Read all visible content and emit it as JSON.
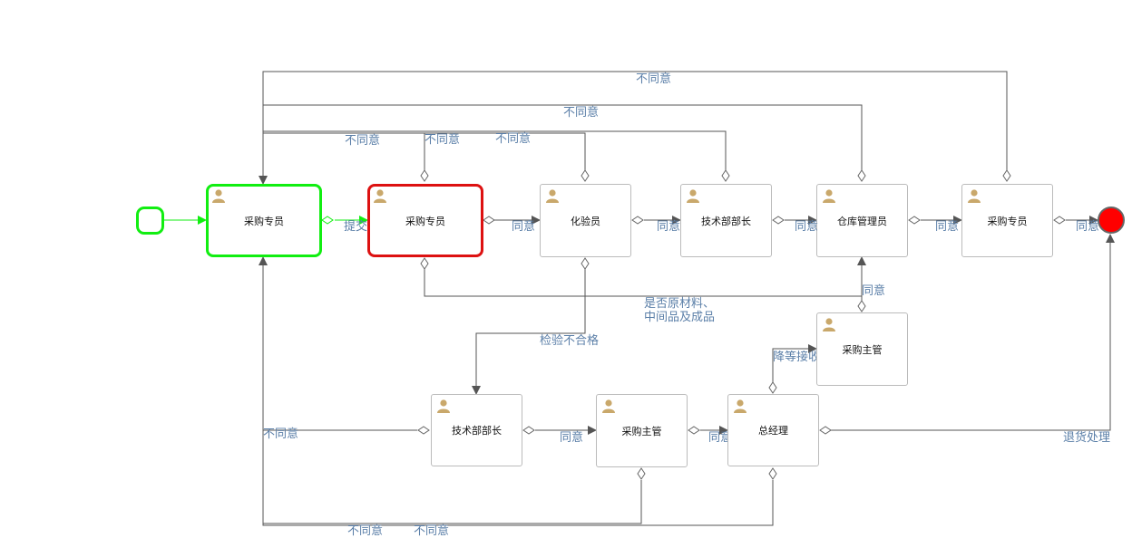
{
  "diagram": {
    "nodes": {
      "task_apply": "采购专员",
      "task_submit": "采购专员",
      "task_lab": "化验员",
      "task_tech1": "技术部部长",
      "task_warehouse": "仓库管理员",
      "task_final": "采购专员",
      "task_supervisor_top": "采购主管",
      "task_tech2": "技术部部长",
      "task_supervisor": "采购主管",
      "task_gm": "总经理"
    },
    "states": {
      "completed": "task_apply",
      "active": "task_submit"
    },
    "flow_labels": {
      "reject_top1": "不同意",
      "reject_top2": "不同意",
      "reject_a": "不同意",
      "reject_b": "不同意",
      "reject_c": "不同意",
      "submit": "提交",
      "agree_1": "同意",
      "agree_2": "同意",
      "agree_3": "同意",
      "agree_4": "同意",
      "agree_5": "同意",
      "agree_back": "同意",
      "material_check_1": "是否原材料、",
      "material_check_2": "中间品及成品",
      "inspect_fail": "检验不合格",
      "downgrade": "降等接收",
      "reject_left": "不同意",
      "agree_6": "同意",
      "agree_7": "同意",
      "return_goods": "退货处理",
      "reject_bottom1": "不同意",
      "reject_bottom2": "不同意"
    },
    "colors": {
      "completed": "#11ee11",
      "active": "#dd1111",
      "end_fill": "#ff0000",
      "label": "#5b7fa8",
      "line": "#555555",
      "line_done": "#11ee11"
    },
    "icons": {
      "task": "user-icon",
      "gateway_marker": "diamond-icon"
    }
  }
}
